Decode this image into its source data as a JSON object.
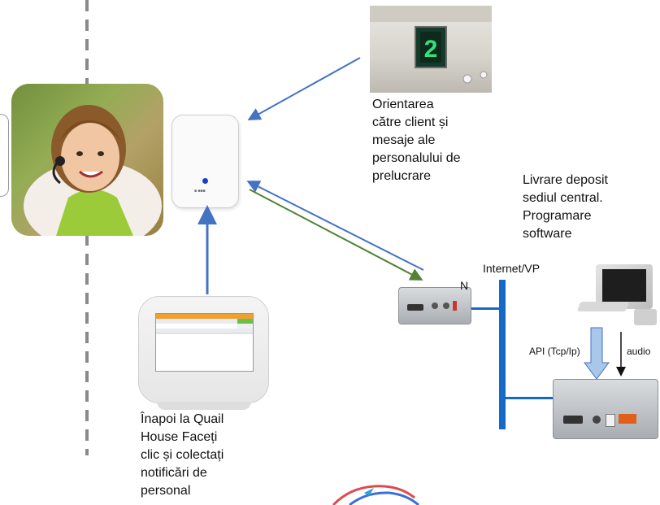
{
  "labels": {
    "signage": [
      "Orientarea",
      "către  client și",
      "mesaje ale",
      "personalului de",
      "prelucrare"
    ],
    "delivery": [
      "Livrare deposit",
      "sediul central.",
      "Programare",
      "software"
    ],
    "internet": "Internet/VP",
    "n_letter": "N",
    "api": "API (Tcp/Ip)",
    "audio": "audio",
    "kiosk": [
      "Înapoi la Quail",
      "House Faceți",
      "clic și  colectați",
      "notificări  de",
      "personal"
    ]
  },
  "sign": {
    "number": "2"
  },
  "colors": {
    "blue": "#4472c4",
    "green": "#548235",
    "bus": "#1569c7",
    "api_arrow": "#a9c7ea",
    "sign_green": "#35e07a"
  }
}
